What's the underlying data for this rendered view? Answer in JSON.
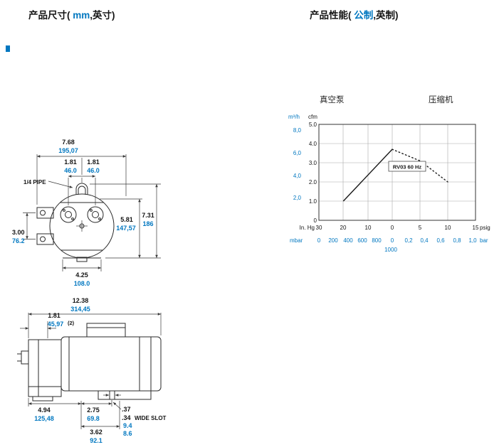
{
  "colors": {
    "accent_blue": "#0077c0",
    "line_dark": "#2a2a2a"
  },
  "headings": {
    "dimensions": {
      "before": "产品尺寸( ",
      "metric": "mm",
      "after": ",英寸)"
    },
    "performance": {
      "before": "产品性能( ",
      "metric": "公制",
      "after": ",英制)"
    }
  },
  "drawings": {
    "front_view": {
      "pipe_label": "1/4 PIPE",
      "width_in": "7.68",
      "width_mm": "195,07",
      "port_in": "1.81",
      "port_mm": "46.0",
      "overall_height_in": "7.31",
      "overall_height_mm": "186",
      "body_height_in": "5.81",
      "body_height_mm": "147,57",
      "flange_in": "3.00",
      "flange_mm": "76.2",
      "base_in": "4.25",
      "base_mm": "108.0"
    },
    "side_view": {
      "length_in": "12.38",
      "length_mm": "314,45",
      "port_offset_in": "1.81",
      "port_offset_mm": "45,97",
      "port_offset_note": "(2)",
      "foot_left_in": "4.94",
      "foot_left_mm": "125,48",
      "foot_mid_in": "2.75",
      "foot_mid_mm": "69.8",
      "slot_depth_in": ".37",
      "slot_depth_mm": "9.4",
      "slot_width_in": ".34",
      "slot_width_mm": "8.6",
      "slot_label": "WIDE SLOT",
      "slot_span_in": "3.62",
      "slot_span_mm": "92.1"
    }
  },
  "chart_data": {
    "type": "line",
    "panel_labels": {
      "vacuum": "真空泵",
      "compressor": "压缩机"
    },
    "y_axis": {
      "metric_label": "m³/h",
      "imperial_label": "cfm",
      "cfm_ticks": [
        "5.0",
        "4.0",
        "3.0",
        "2.0",
        "1.0",
        "0"
      ],
      "m3h_ticks": [
        "8,0",
        "6,0",
        "4,0",
        "2,0"
      ],
      "ylim_cfm": [
        0,
        5
      ]
    },
    "x_axis": {
      "imperial": {
        "left_label": "In. Hg",
        "ticks": [
          "30",
          "20",
          "10",
          "0",
          "5",
          "10",
          "15"
        ],
        "right_label": "psig",
        "vacuum_range_inhg": [
          30,
          0
        ],
        "pressure_range_psig": [
          0,
          15
        ]
      },
      "metric": {
        "left_label": "mbar",
        "vacuum_ticks": [
          "0",
          "200",
          "400",
          "600",
          "800"
        ],
        "thousand_label": "1000",
        "boundary_zero": "0",
        "pressure_ticks": [
          "0,2",
          "0,4",
          "0,6",
          "0,8",
          "1,0"
        ],
        "right_label": "bar"
      }
    },
    "series": [
      {
        "name": "RV03 60 Hz",
        "x_convention": "negative = In.Hg vacuum, positive = psig",
        "solid_points": [
          {
            "x": -20,
            "cfm": 1.0
          },
          {
            "x": 0,
            "cfm": 3.7
          }
        ],
        "dotted_points": [
          {
            "x": 0,
            "cfm": 3.7
          },
          {
            "x": 5,
            "cfm": 3.1
          },
          {
            "x": 10,
            "cfm": 2.0
          }
        ]
      }
    ],
    "grid": true
  }
}
